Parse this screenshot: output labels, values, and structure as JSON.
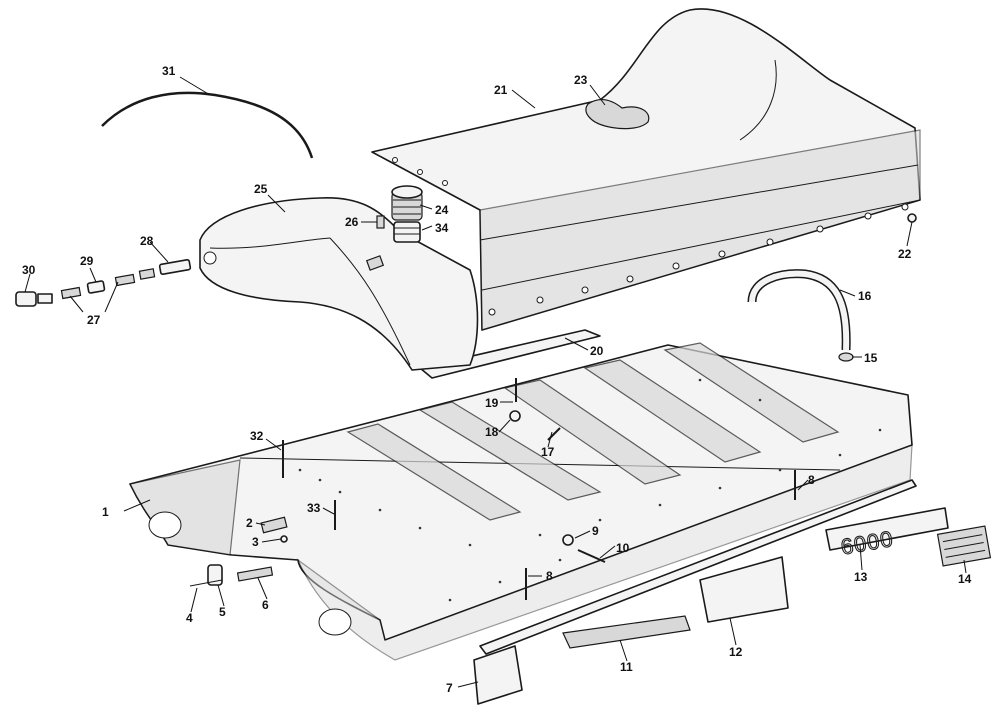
{
  "callouts": [
    {
      "id": "1",
      "text": "1"
    },
    {
      "id": "2",
      "text": "2"
    },
    {
      "id": "3",
      "text": "3"
    },
    {
      "id": "4",
      "text": "4"
    },
    {
      "id": "5",
      "text": "5"
    },
    {
      "id": "6",
      "text": "6"
    },
    {
      "id": "7",
      "text": "7"
    },
    {
      "id": "8a",
      "text": "8"
    },
    {
      "id": "8b",
      "text": "8"
    },
    {
      "id": "9",
      "text": "9"
    },
    {
      "id": "10",
      "text": "10"
    },
    {
      "id": "11",
      "text": "11"
    },
    {
      "id": "12",
      "text": "12"
    },
    {
      "id": "13",
      "text": "13"
    },
    {
      "id": "14",
      "text": "14"
    },
    {
      "id": "15",
      "text": "15"
    },
    {
      "id": "16",
      "text": "16"
    },
    {
      "id": "17",
      "text": "17"
    },
    {
      "id": "18",
      "text": "18"
    },
    {
      "id": "19",
      "text": "19"
    },
    {
      "id": "20",
      "text": "20"
    },
    {
      "id": "21",
      "text": "21"
    },
    {
      "id": "22",
      "text": "22"
    },
    {
      "id": "23",
      "text": "23"
    },
    {
      "id": "24",
      "text": "24"
    },
    {
      "id": "25",
      "text": "25"
    },
    {
      "id": "26",
      "text": "26"
    },
    {
      "id": "27",
      "text": "27"
    },
    {
      "id": "28",
      "text": "28"
    },
    {
      "id": "29",
      "text": "29"
    },
    {
      "id": "30",
      "text": "30"
    },
    {
      "id": "31",
      "text": "31"
    },
    {
      "id": "32",
      "text": "32"
    },
    {
      "id": "33",
      "text": "33"
    },
    {
      "id": "34",
      "text": "34"
    }
  ],
  "badge_text": "6000"
}
